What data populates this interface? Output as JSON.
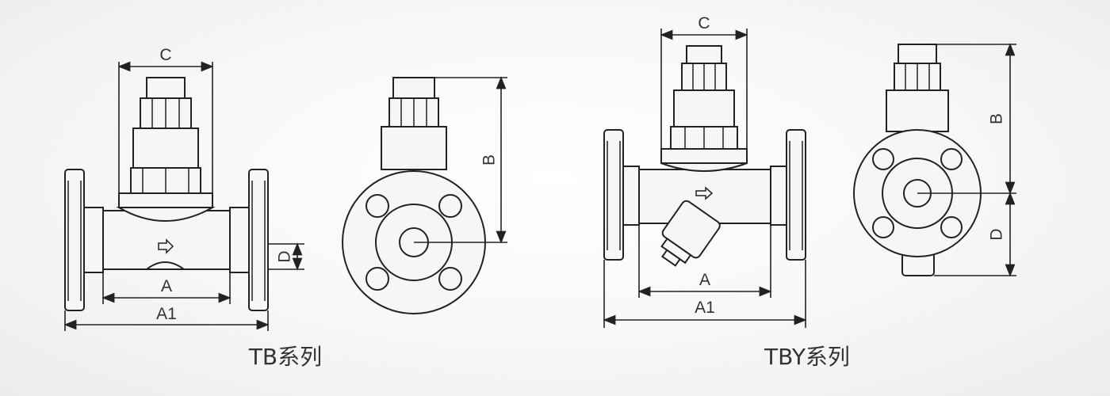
{
  "diagram": {
    "series": [
      {
        "title": "TB系列",
        "dims": {
          "a": "A",
          "a1": "A1",
          "b": "B",
          "c": "C",
          "d": "D"
        }
      },
      {
        "title": "TBY系列",
        "dims": {
          "a": "A",
          "a1": "A1",
          "b": "B",
          "c": "C",
          "d": "D"
        }
      }
    ]
  }
}
